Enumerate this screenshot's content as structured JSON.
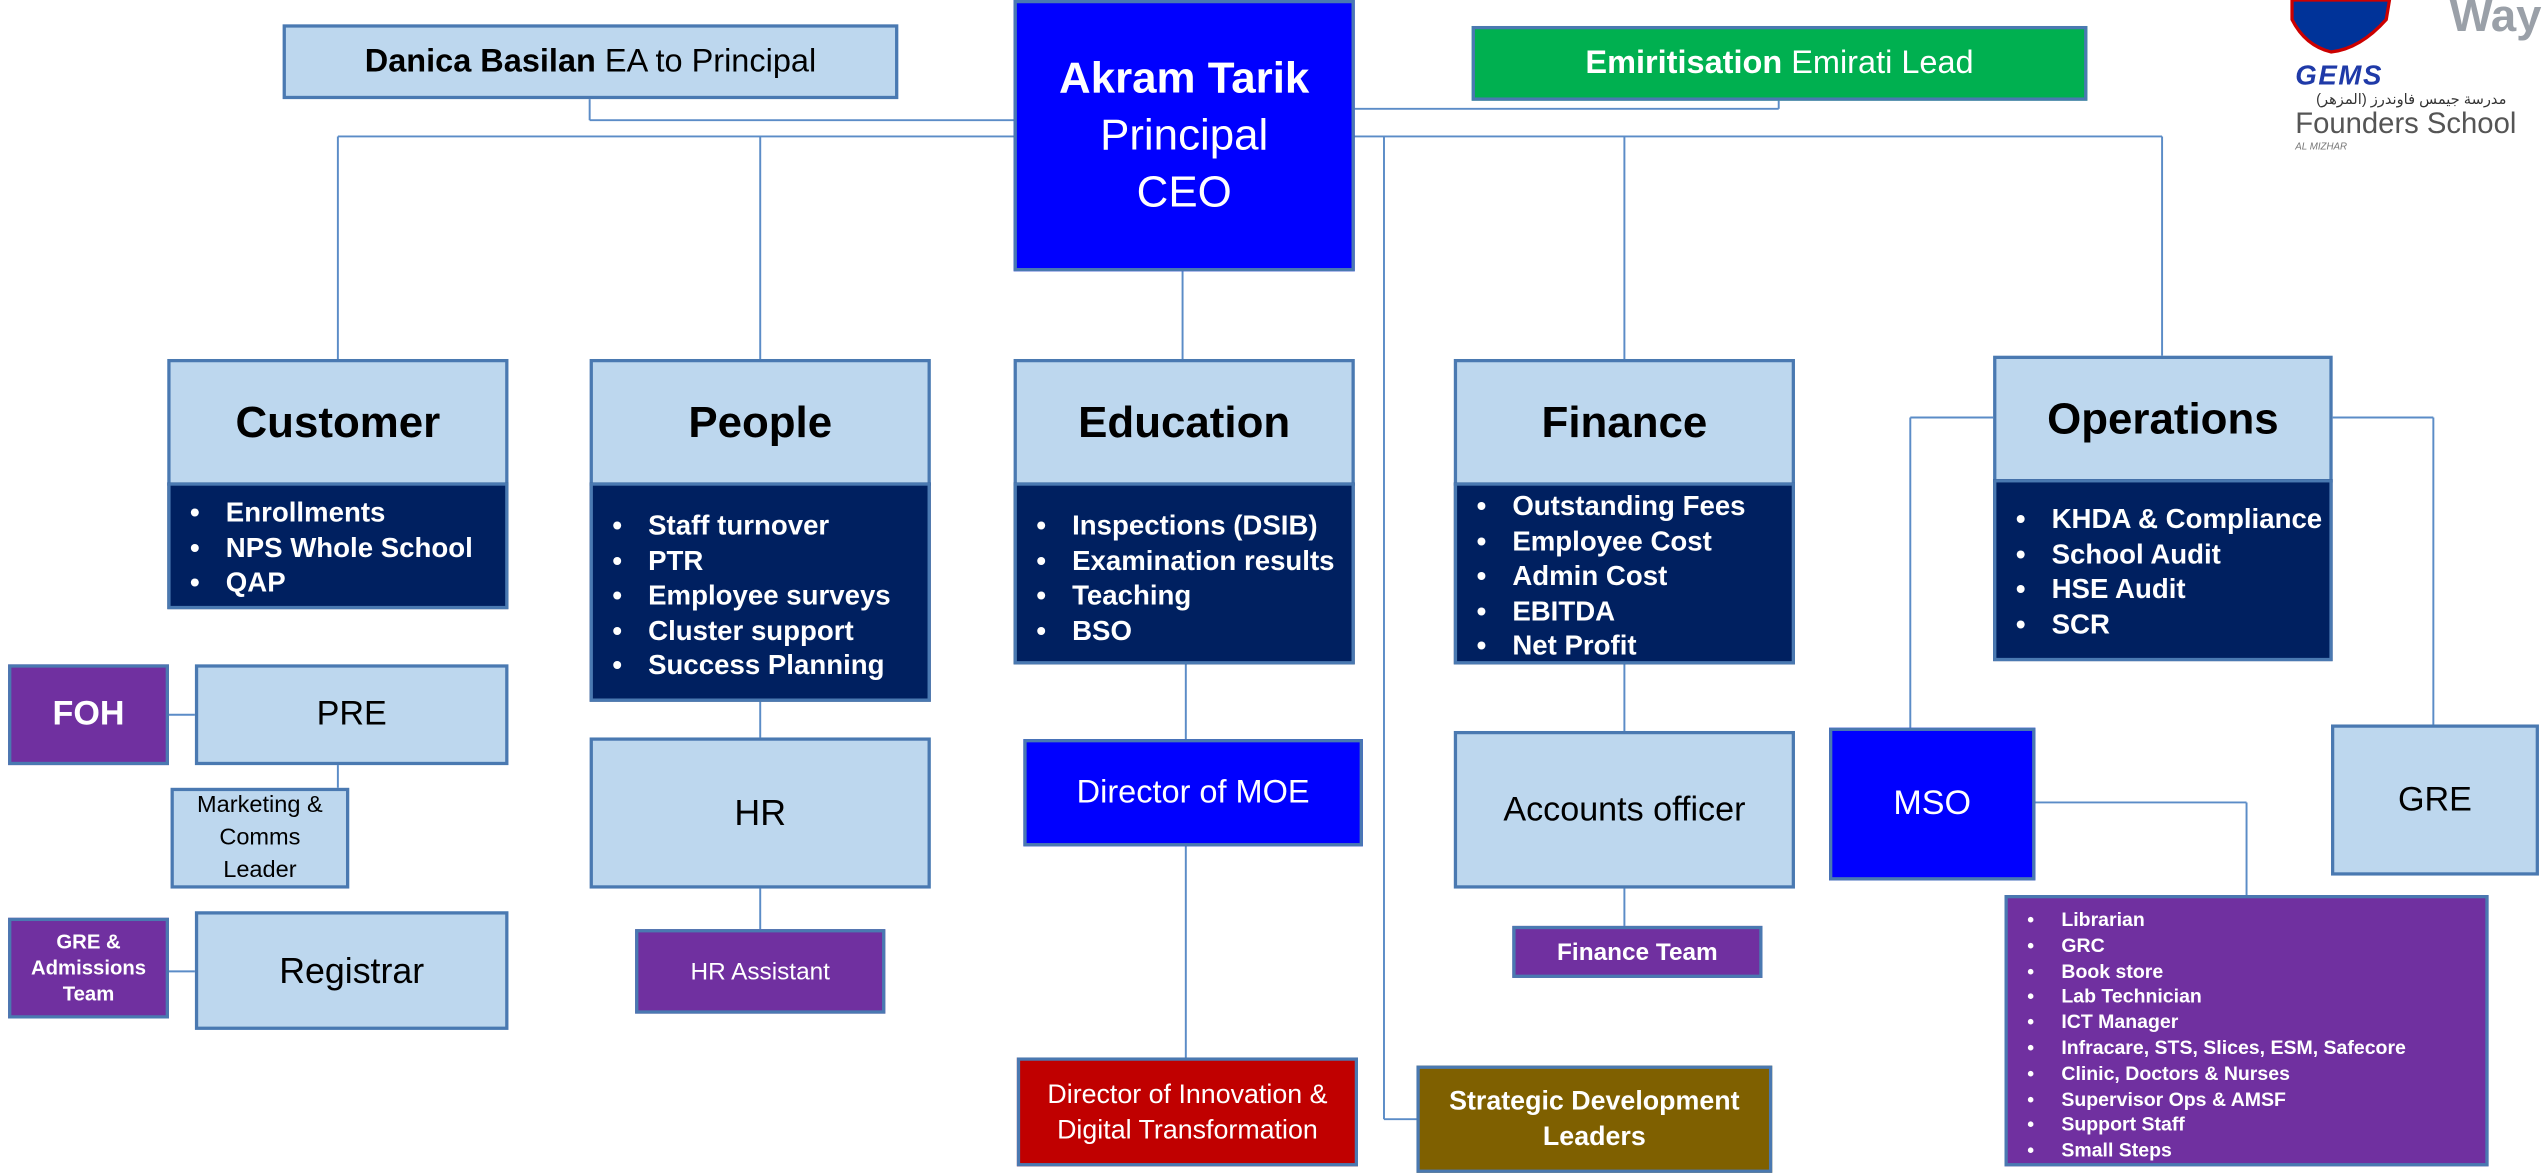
{
  "top": {
    "principal": {
      "name": "Akram Tarik",
      "role1": "Principal",
      "role2": "CEO"
    },
    "ea": {
      "name": "Danica Basilan",
      "role": "EA to Principal"
    },
    "emiritisation": {
      "name": "Emiritisation",
      "role": "Emirati Lead"
    }
  },
  "departments": {
    "customer": {
      "title": "Customer",
      "items": [
        "Enrollments",
        "NPS Whole School",
        "QAP"
      ]
    },
    "people": {
      "title": "People",
      "items": [
        "Staff turnover",
        "PTR",
        "Employee surveys",
        "Cluster support",
        "Success Planning"
      ]
    },
    "education": {
      "title": "Education",
      "items": [
        "Inspections (DSIB)",
        "Examination results",
        "Teaching",
        "BSO"
      ]
    },
    "finance": {
      "title": "Finance",
      "items": [
        "Outstanding Fees",
        "Employee Cost",
        "Admin Cost",
        "EBITDA",
        "Net Profit"
      ]
    },
    "operations": {
      "title": "Operations",
      "items": [
        "KHDA & Compliance",
        "School Audit",
        "HSE Audit",
        "SCR"
      ]
    }
  },
  "roles": {
    "foh": "FOH",
    "pre": "PRE",
    "marketing": [
      "Marketing &",
      "Comms",
      "Leader"
    ],
    "gre_admissions": [
      "GRE &",
      "Admissions",
      "Team"
    ],
    "registrar": "Registrar",
    "hr": "HR",
    "hr_assistant": "HR Assistant",
    "director_moe": "Director of MOE",
    "director_innovation": [
      "Director of Innovation &",
      "Digital Transformation"
    ],
    "strategic": [
      "Strategic Development",
      "Leaders"
    ],
    "accounts_officer": "Accounts officer",
    "finance_team": "Finance Team",
    "mso": "MSO",
    "gre": "GRE",
    "mso_team": [
      "Librarian",
      "GRC",
      "Book store",
      "Lab Technician",
      "ICT Manager",
      "Infracare, STS, Slices, ESM, Safecore",
      "Clinic, Doctors & Nurses",
      "Supervisor Ops & AMSF",
      "Support Staff",
      "Small Steps"
    ]
  },
  "logo": {
    "way": "Way",
    "brand": "GEMS",
    "arabic": "مدرسة جيمس فاوندرز (المزهر)",
    "school": "Founders School",
    "campus": "AL MIZHAR"
  },
  "colors": {
    "light_box": "#bdd7ee",
    "navy": "#002060",
    "blue": "#0000ff",
    "purple": "#7030a0",
    "green": "#00b050",
    "red": "#c00000",
    "olive": "#7f6000",
    "line": "#5b8cc7"
  }
}
